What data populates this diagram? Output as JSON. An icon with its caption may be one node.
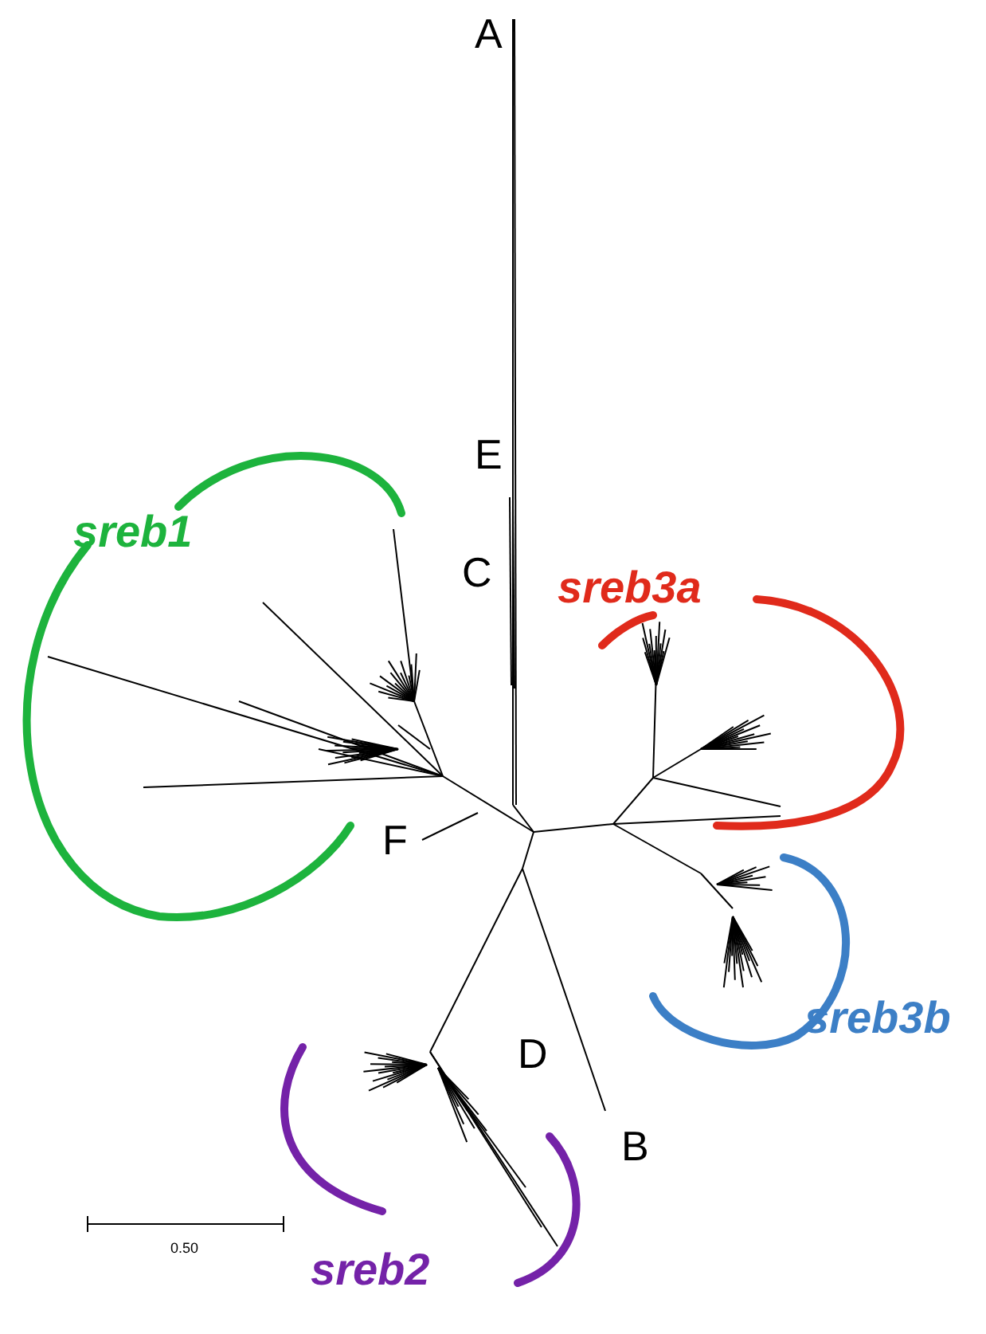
{
  "diagram": {
    "labels": [
      "A",
      "E",
      "sreb1",
      "C",
      "sreb3a",
      "F",
      "sreb3b",
      "D",
      "B",
      "0.50",
      "sreb2"
    ]
  }
}
